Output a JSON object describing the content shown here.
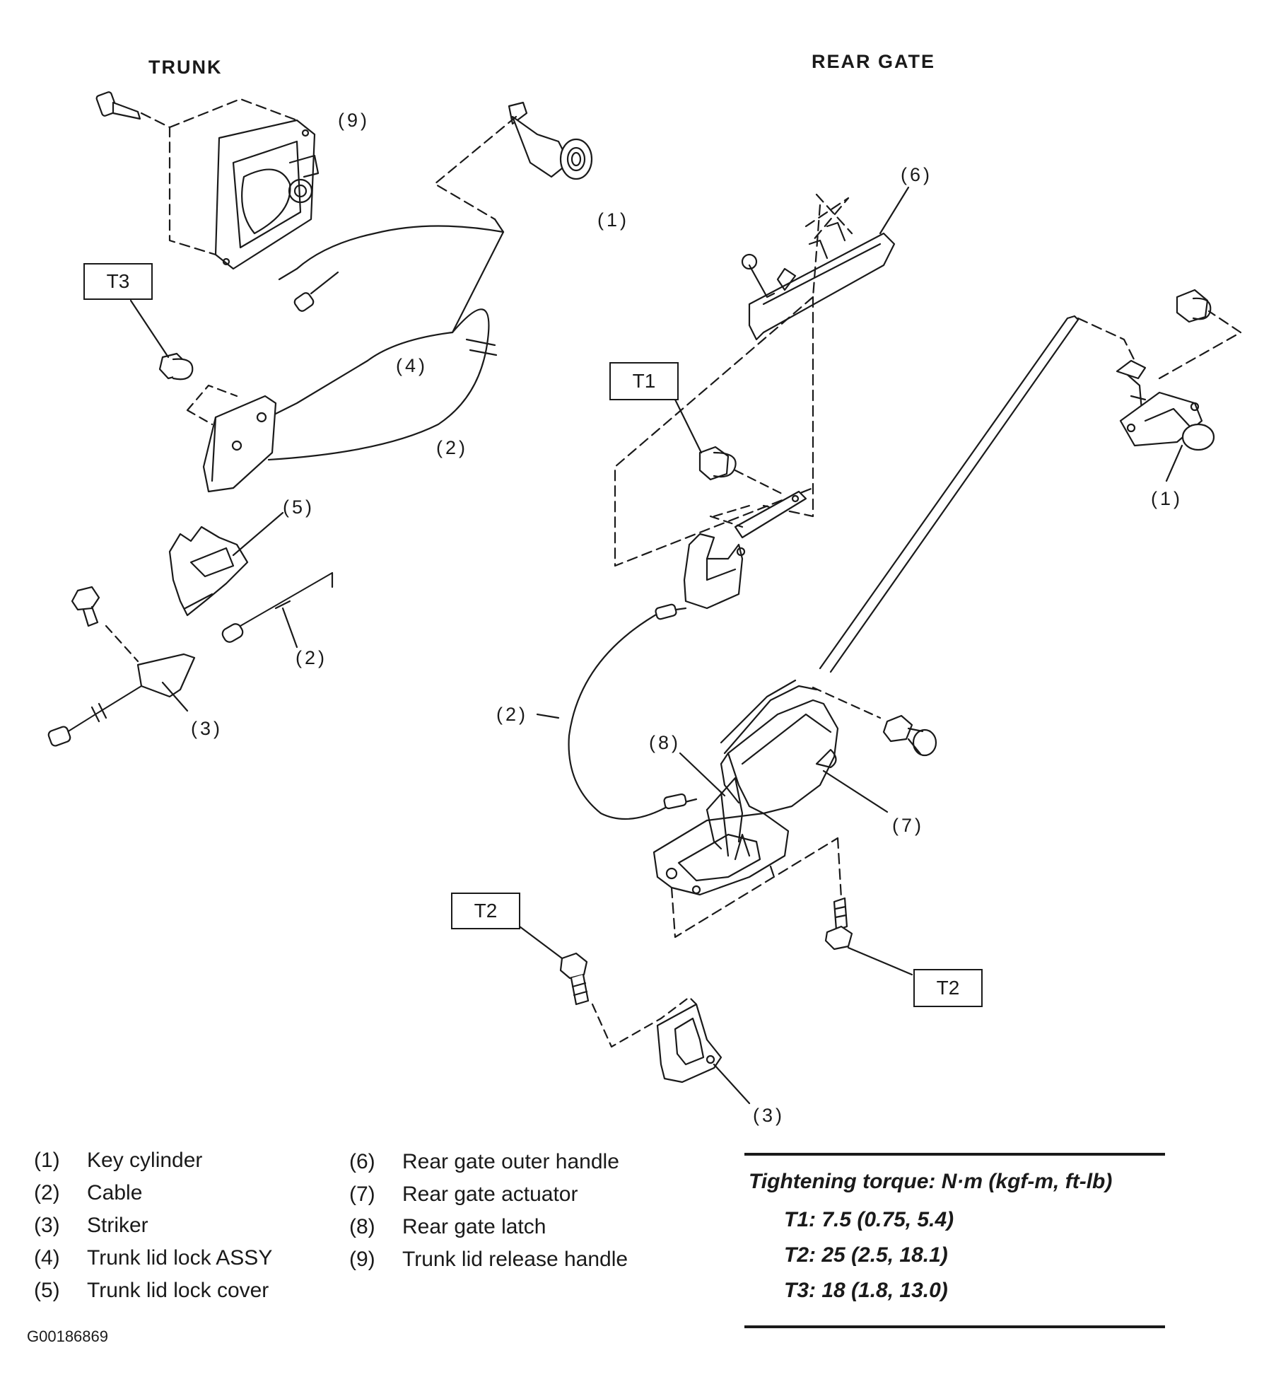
{
  "sections": {
    "trunk": "TRUNK",
    "rear_gate": "REAR GATE"
  },
  "callouts": {
    "trunk_9": "(9)",
    "trunk_1": "(1)",
    "trunk_4": "(4)",
    "trunk_2_upper": "(2)",
    "trunk_5": "(5)",
    "trunk_2_lower": "(2)",
    "trunk_3": "(3)",
    "gate_6": "(6)",
    "gate_1": "(1)",
    "gate_2": "(2)",
    "gate_8": "(8)",
    "gate_7": "(7)",
    "gate_3": "(3)"
  },
  "torque_boxes": {
    "trunk_t3": "T3",
    "gate_t1": "T1",
    "gate_t2_left": "T2",
    "gate_t2_right": "T2"
  },
  "legend": {
    "col1": [
      {
        "num": "(1)",
        "label": "Key cylinder"
      },
      {
        "num": "(2)",
        "label": "Cable"
      },
      {
        "num": "(3)",
        "label": "Striker"
      },
      {
        "num": "(4)",
        "label": "Trunk lid lock ASSY"
      },
      {
        "num": "(5)",
        "label": "Trunk lid lock cover"
      }
    ],
    "col2": [
      {
        "num": "(6)",
        "label": "Rear gate outer handle"
      },
      {
        "num": "(7)",
        "label": "Rear gate actuator"
      },
      {
        "num": "(8)",
        "label": "Rear gate latch"
      },
      {
        "num": "(9)",
        "label": "Trunk lid release handle"
      }
    ]
  },
  "torque_table": {
    "heading": "Tightening torque: N·m (kgf-m, ft-lb)",
    "values": [
      "T1: 7.5 (0.75, 5.4)",
      "T2: 25 (2.5, 18.1)",
      "T3: 18 (1.8, 13.0)"
    ]
  },
  "figure_id": "G00186869"
}
